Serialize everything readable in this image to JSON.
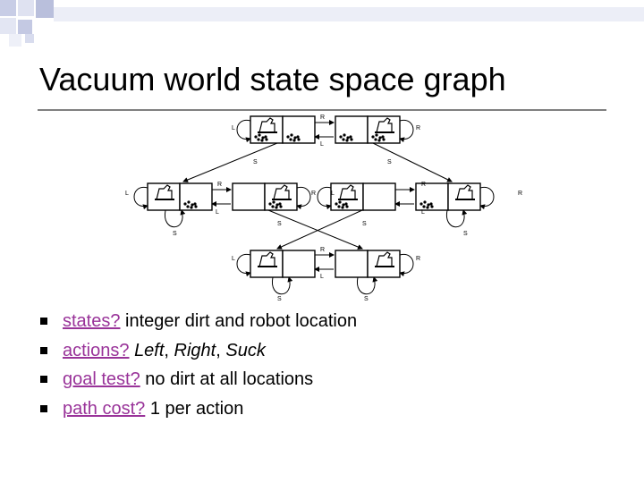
{
  "slide": {
    "title": "Vacuum world state space graph",
    "accent_color": "#993399"
  },
  "diagram": {
    "action_labels": {
      "right": "R",
      "left": "L",
      "suck": "S"
    }
  },
  "bullets": [
    {
      "term": "states?",
      "text": " integer dirt and robot location"
    },
    {
      "term": "actions?",
      "text_parts": [
        " ",
        "Left",
        ", ",
        "Right",
        ", ",
        "Suck"
      ]
    },
    {
      "term": "goal test?",
      "text": " no dirt at all locations"
    },
    {
      "term": "path cost?",
      "text": " 1 per action"
    }
  ]
}
